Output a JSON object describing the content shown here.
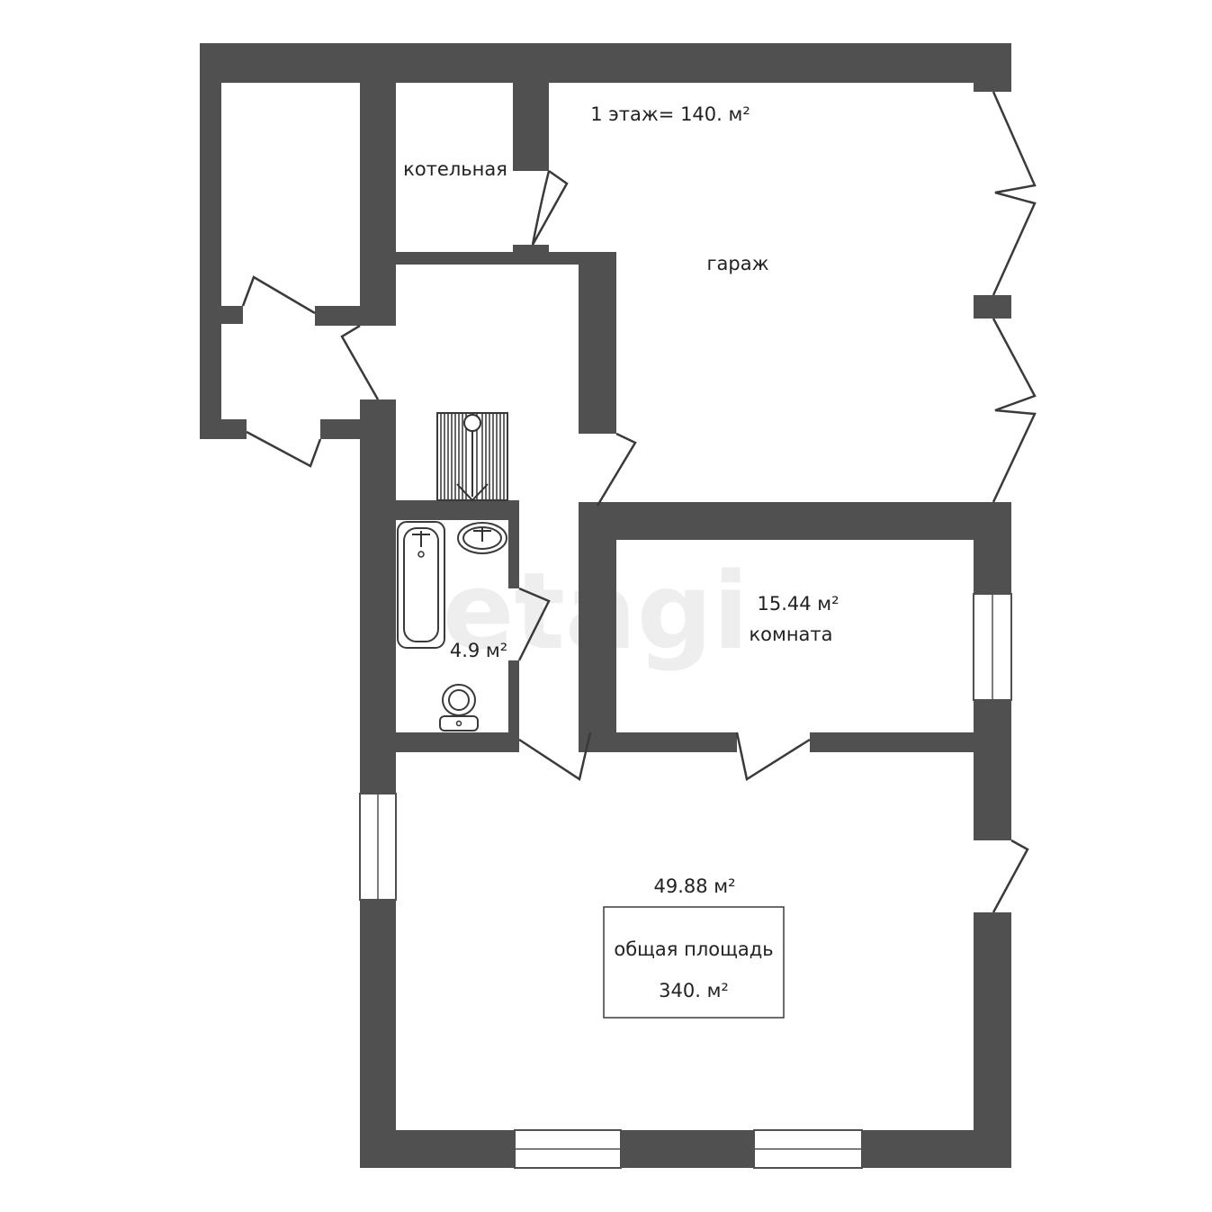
{
  "colors": {
    "wall": "#505050",
    "background": "#ffffff",
    "text": "#222222",
    "watermark": "#eeeeee"
  },
  "watermark": "etagi",
  "labels": {
    "floor_area": "1 этаж= 140. м²",
    "boiler_room": "котельная",
    "garage": "гараж",
    "room_area": "15.44 м²",
    "room_name": "комната",
    "bathroom_area": "4.9 м²",
    "hall_area": "49.88 м²",
    "total_title": "общая площадь",
    "total_value": "340. м²"
  }
}
